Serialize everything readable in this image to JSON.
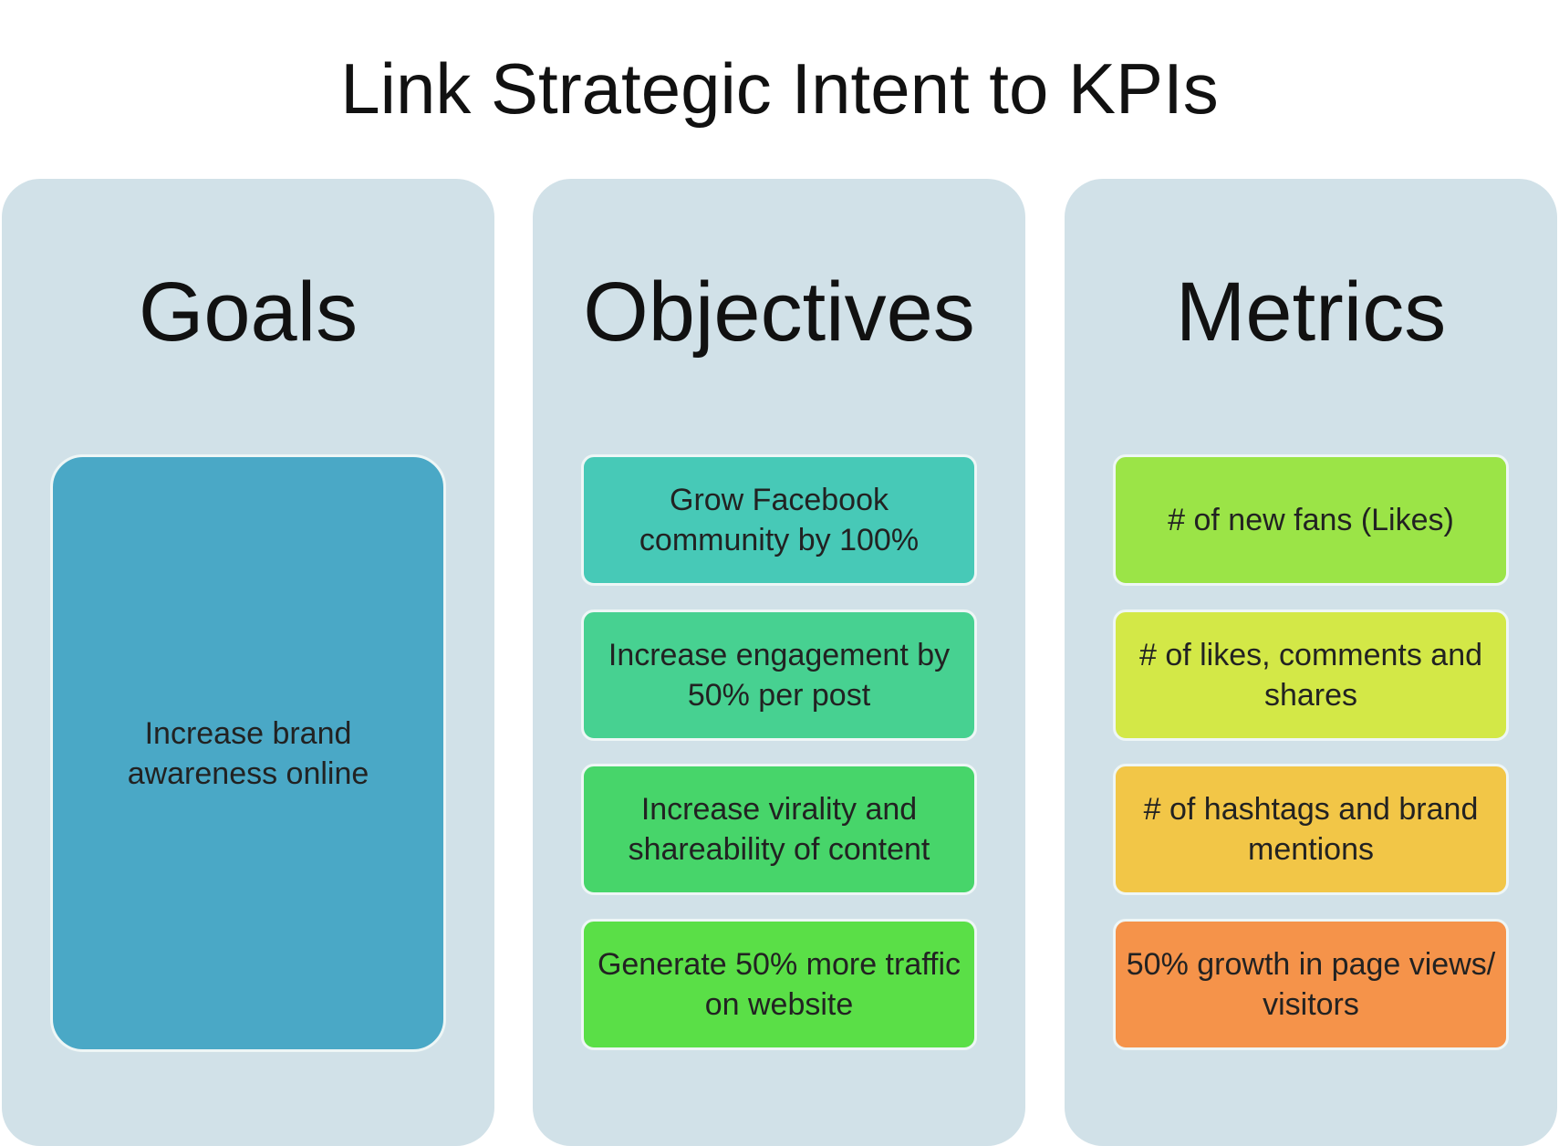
{
  "title": "Link Strategic Intent to KPIs",
  "columns": {
    "goals": {
      "heading": "Goals",
      "items": [
        {
          "text": "Increase brand awareness online",
          "color": "#4aa8c6"
        }
      ]
    },
    "objectives": {
      "heading": "Objectives",
      "items": [
        {
          "text": "Grow Facebook community by 100%",
          "color": "#47c9b7"
        },
        {
          "text": "Increase engagement by 50% per post",
          "color": "#47d191"
        },
        {
          "text": "Increase virality and shareability of content",
          "color": "#47d56a"
        },
        {
          "text": "Generate 50% more traffic on website",
          "color": "#5adf47"
        }
      ]
    },
    "metrics": {
      "heading": "Metrics",
      "items": [
        {
          "text": "# of new fans (Likes)",
          "color": "#9be447"
        },
        {
          "text": "# of likes, comments and shares",
          "color": "#d3e847"
        },
        {
          "text": "# of hashtags and brand mentions",
          "color": "#f2c647"
        },
        {
          "text": "50% growth in page views/ visitors",
          "color": "#f5934a"
        }
      ]
    }
  }
}
